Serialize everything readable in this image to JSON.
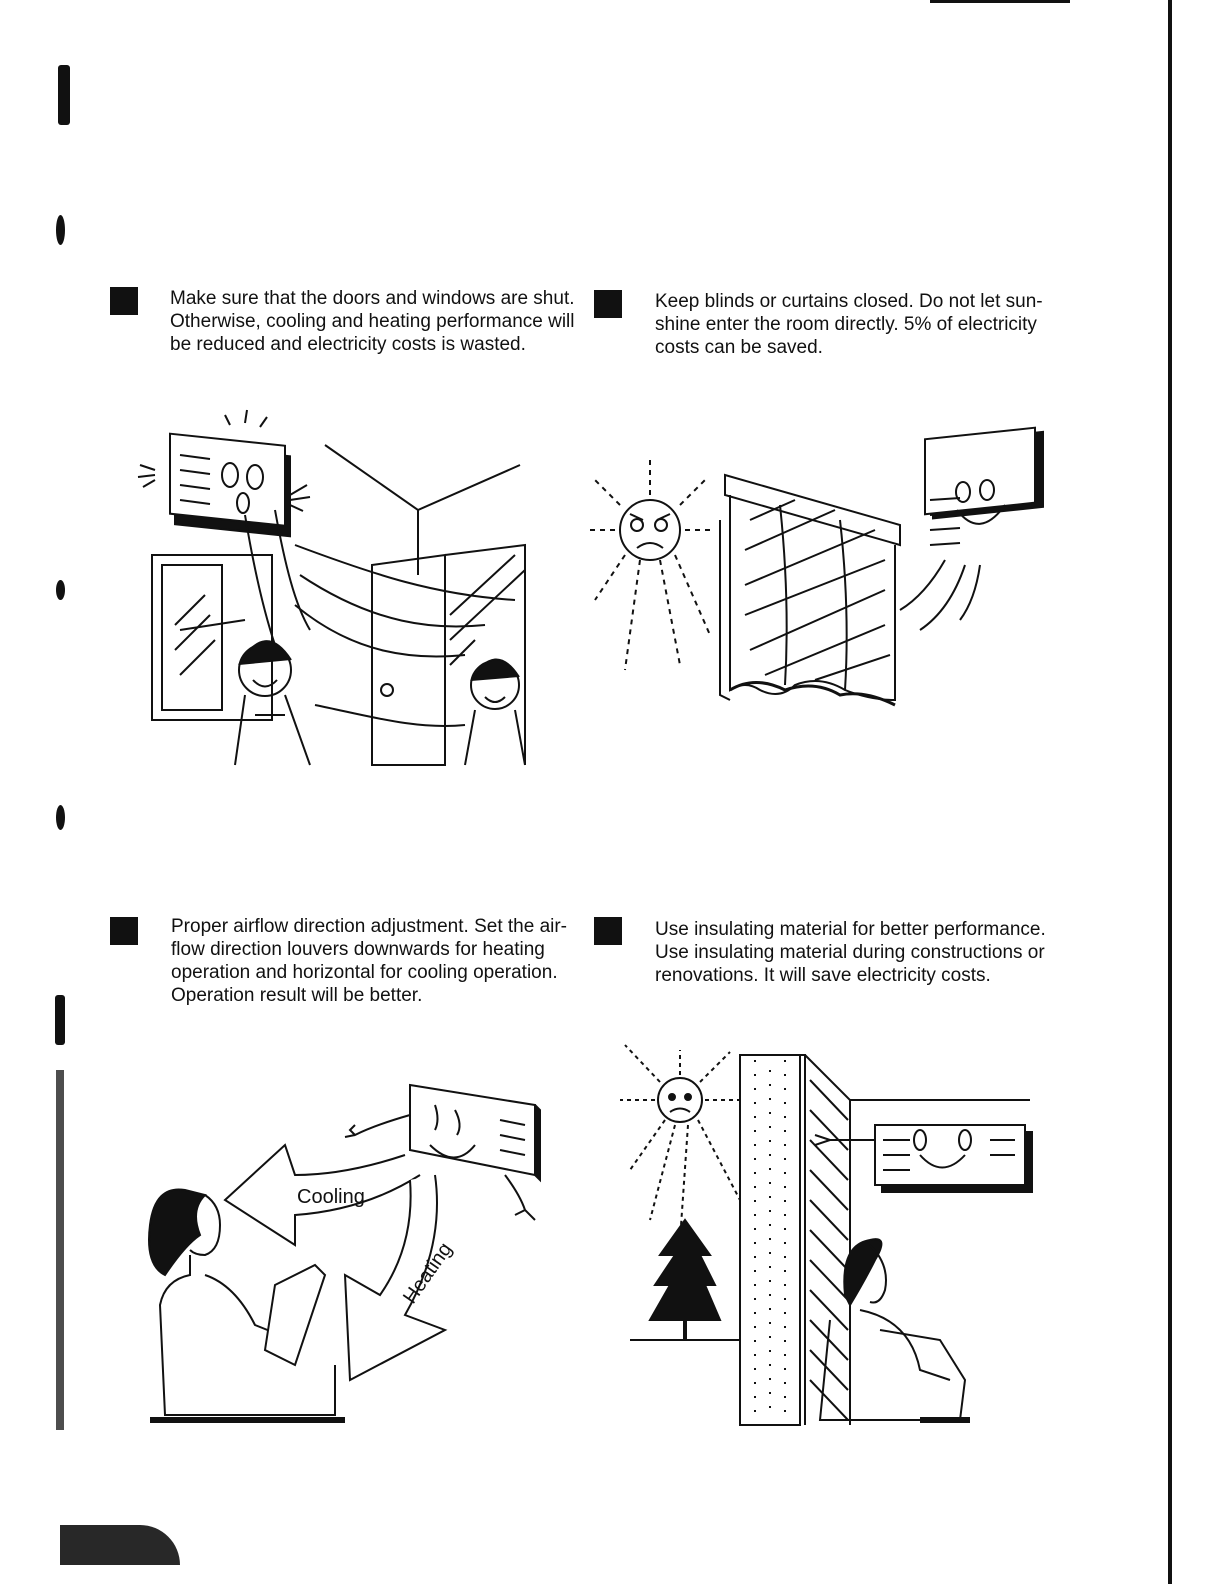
{
  "tips": [
    {
      "id": "doors-windows",
      "lines": [
        "Make sure that the doors and windows are shut.",
        "Otherwise, cooling and heating performance will",
        "be reduced and electricity costs is wasted."
      ]
    },
    {
      "id": "blinds-curtains",
      "lines": [
        "Keep blinds or curtains closed. Do not let sun-",
        "shine enter the room directly. 5% of electricity",
        "costs can be saved."
      ]
    },
    {
      "id": "airflow-direction",
      "lines": [
        "Proper airflow direction adjustment. Set the air-",
        "flow direction louvers downwards for heating",
        "operation and horizontal for cooling operation.",
        "Operation result will be better."
      ],
      "arrow_labels": {
        "cooling": "Cooling",
        "heating": "Heating"
      }
    },
    {
      "id": "insulating-material",
      "lines": [
        "Use insulating material for better performance.",
        "Use insulating material during constructions or",
        "renovations. It will save electricity costs."
      ]
    }
  ],
  "colors": {
    "ink": "#111111",
    "paper": "#ffffff"
  }
}
